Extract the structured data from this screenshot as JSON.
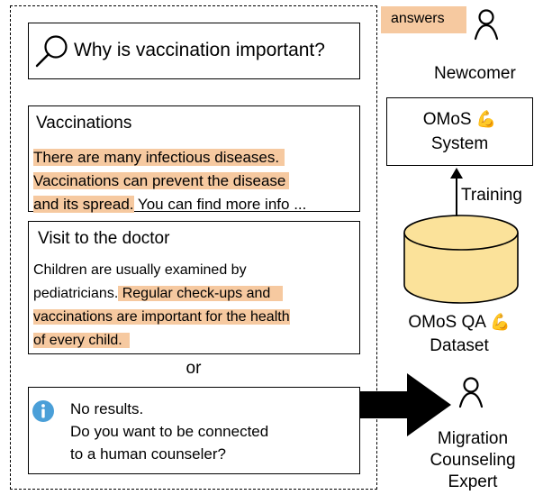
{
  "search": {
    "query": "Why is vaccination important?",
    "icon": "search-icon"
  },
  "results": [
    {
      "title": "Vaccinations",
      "lines": [
        {
          "highlighted": "There are many infectious diseases.",
          "plain": ""
        },
        {
          "highlighted": "Vaccinations can prevent the disease",
          "plain": ""
        },
        {
          "highlighted": "and its spread.",
          "plain": " You can find more info ..."
        }
      ]
    },
    {
      "title": "Visit to the doctor",
      "lines": [
        {
          "plain": "Children are usually examined by",
          "highlighted": ""
        },
        {
          "plain": "pediatricians.",
          "highlighted": " Regular check-ups and"
        },
        {
          "plain": "",
          "highlighted": "vaccinations are important for the health"
        },
        {
          "plain": "",
          "highlighted": "of every child."
        }
      ]
    }
  ],
  "separator": "or",
  "no_results": {
    "icon": "info-icon",
    "line1": "No results.",
    "line2": "Do you want to be connected",
    "line3": "to a human counseler?"
  },
  "answers_label": "answers",
  "newcomer_label": "Newcomer",
  "system": {
    "line1": "OMoS",
    "line2": "System",
    "emoji": "💪"
  },
  "training_label": "Training",
  "dataset": {
    "line1": "OMoS QA",
    "line2": "Dataset",
    "emoji": "💪"
  },
  "expert": {
    "line1": "Migration",
    "line2": "Counseling",
    "line3": "Expert"
  },
  "colors": {
    "highlight": "#f6c9a0",
    "emoji": "#f5b73b",
    "info": "#4a9fd8",
    "cylinder": "#fbe29a"
  }
}
